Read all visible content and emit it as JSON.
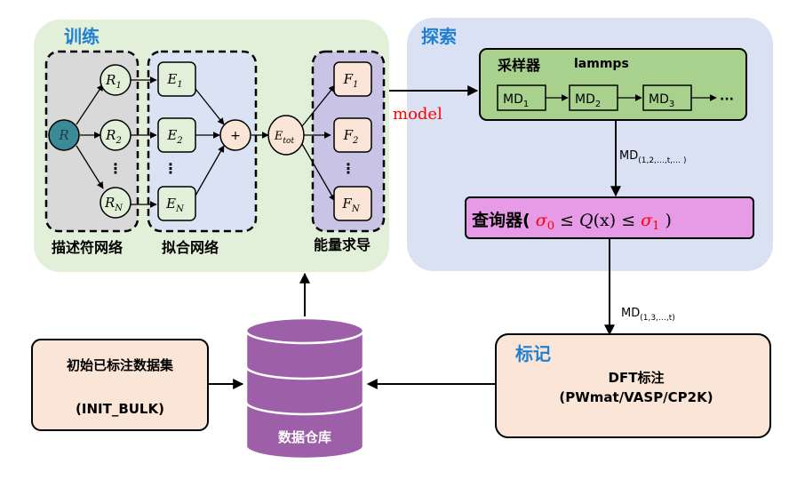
{
  "colors": {
    "train_bg": "#e2efd9",
    "explore_bg": "#d9e1f2",
    "descriptor_bg": "#d9d9d9",
    "fitting_bg": "#dae3f3",
    "force_bg": "#c9c3e6",
    "node_fill": "#fbe5d6",
    "center_node": "#3b8a98",
    "sampler_fill": "#a9d18e",
    "query_fill": "#e79be6",
    "label_fill": "#fbe5d6",
    "db_fill": "#9e5fa9",
    "title_blue": "#1f7fd1",
    "red": "#ff0000"
  },
  "training": {
    "title": "训练",
    "descriptor_label": "描述符网络",
    "fitting_label": "拟合网络",
    "force_label": "能量求导",
    "input": "R",
    "r_nodes": [
      {
        "base": "R",
        "sub": "1"
      },
      {
        "base": "R",
        "sub": "2"
      },
      {
        "base": "R",
        "sub": "N"
      }
    ],
    "e_nodes": [
      {
        "base": "E",
        "sub": "1"
      },
      {
        "base": "E",
        "sub": "2"
      },
      {
        "base": "E",
        "sub": "N"
      }
    ],
    "f_nodes": [
      {
        "base": "F",
        "sub": "1"
      },
      {
        "base": "F",
        "sub": "2"
      },
      {
        "base": "F",
        "sub": "N"
      }
    ],
    "plus": "+",
    "etot": {
      "base": "E",
      "sub": "tot"
    },
    "ellipsis": "⋮"
  },
  "model_label": "model",
  "exploration": {
    "title": "探索",
    "sampler_title": "采样器",
    "sampler_tool": "lammps",
    "md_steps": [
      {
        "base": "MD",
        "sub": "1"
      },
      {
        "base": "MD",
        "sub": "2"
      },
      {
        "base": "MD",
        "sub": "3"
      }
    ],
    "md_more": "···",
    "md_output": {
      "base": "MD",
      "sub": "(1,2,…,t,… )"
    },
    "query": {
      "prefix": "查询器(",
      "sigma0": {
        "base": "σ",
        "sub": "0"
      },
      "le1": " ≤ ",
      "q": "Q",
      "qx": "(x)",
      "le2": " ≤ ",
      "sigma1": {
        "base": "σ",
        "sub": "1"
      },
      "suffix": ")"
    },
    "query_output": {
      "base": "MD",
      "sub": "(1,3,…,t)"
    }
  },
  "labeling": {
    "title": "标记",
    "line1": "DFT标注",
    "line2": "(PWmat/VASP/CP2K)"
  },
  "init_dataset": {
    "line1": "初始已标注数据集",
    "line2": "(INIT_BULK)"
  },
  "database": {
    "label": "数据仓库"
  }
}
